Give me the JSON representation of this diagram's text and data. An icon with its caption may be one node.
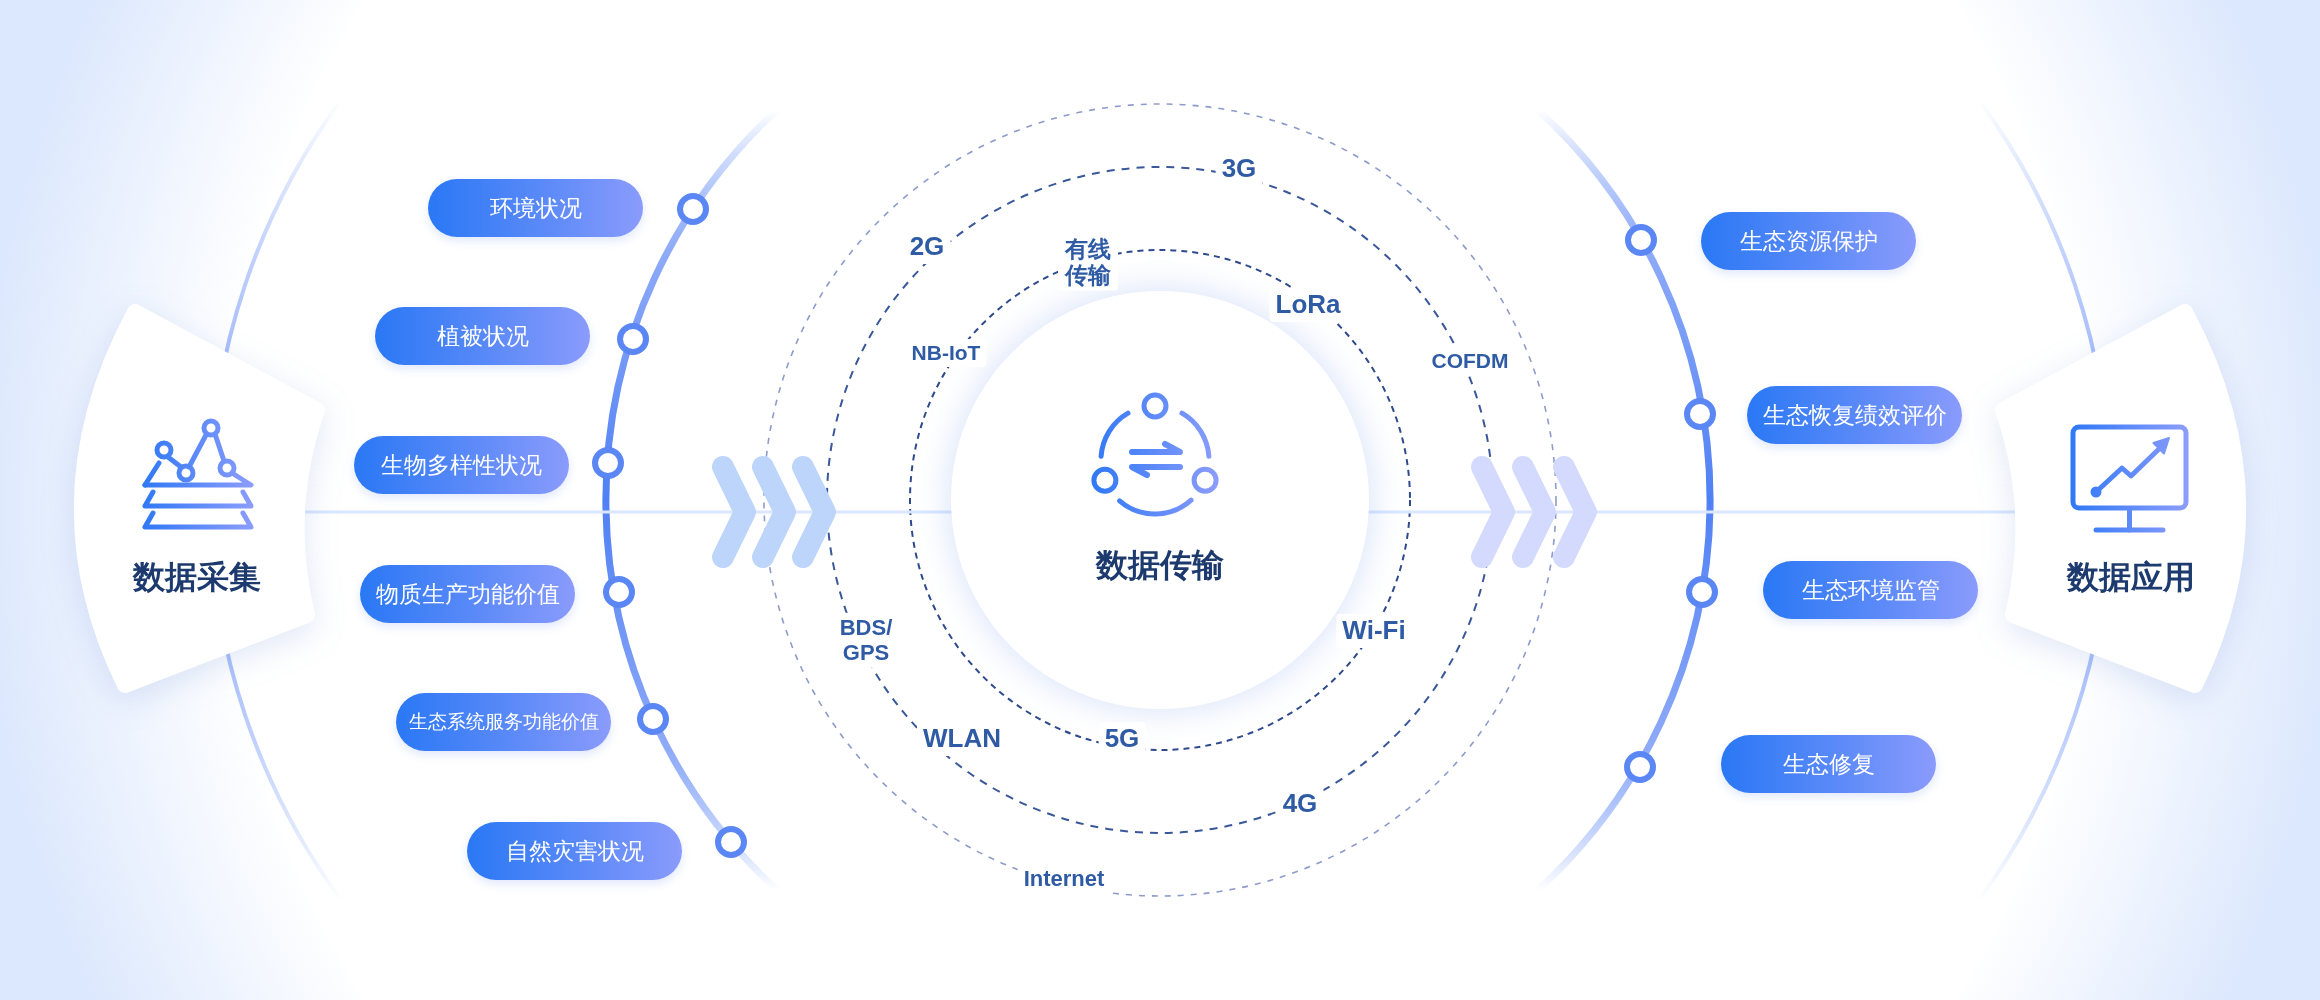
{
  "diagram": {
    "nodes": [
      {
        "text": [
          "数据采集"
        ]
      },
      {
        "text": [
          "环境状况"
        ]
      },
      {
        "text": [
          "植被状况"
        ]
      },
      {
        "text": [
          "生物多样性状况"
        ]
      },
      {
        "text": [
          "物质生产功能价值"
        ]
      },
      {
        "text": [
          "生态系统服务功能价值"
        ]
      },
      {
        "text": [
          "自然灾害状况"
        ]
      },
      {
        "text": [
          "数据传输"
        ]
      },
      {
        "text": [
          "生态资源保护"
        ]
      },
      {
        "text": [
          "生态恢复绩效评价"
        ]
      },
      {
        "text": [
          "生态环境监管"
        ]
      },
      {
        "text": [
          "生态修复"
        ]
      },
      {
        "text": [
          "数据应用"
        ]
      }
    ],
    "edges": [
      {
        "from": 0,
        "to": 7,
        "arrow": "to"
      },
      {
        "from": 7,
        "to": 12,
        "arrow": "to"
      }
    ],
    "labels": [
      "3G",
      "2G",
      "有线传输",
      "LoRa",
      "NB-IoT",
      "COFDM",
      "BDS/ GPS",
      "Wi-Fi",
      "WLAN",
      "5G",
      "4G",
      "Internet"
    ]
  }
}
